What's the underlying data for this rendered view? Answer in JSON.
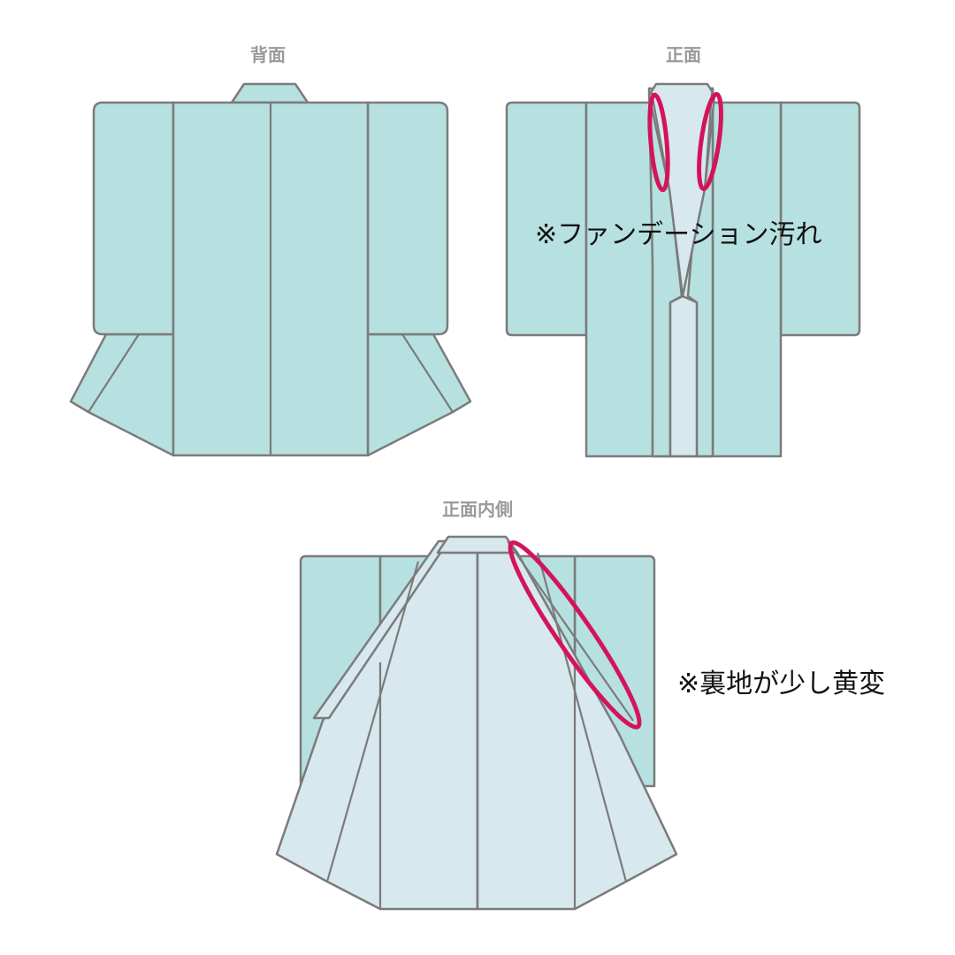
{
  "labels": {
    "back": "背面",
    "front": "正面",
    "inside": "正面内側"
  },
  "notes": {
    "foundation_stain": "※ファンデーション汚れ",
    "lining_yellowing": "※裏地が少し黄変"
  },
  "colors": {
    "outer_fabric": "#b6e1e0",
    "lining": "#d7e8ee",
    "outline": "#7b7b7b",
    "mark": "#d4145a"
  }
}
